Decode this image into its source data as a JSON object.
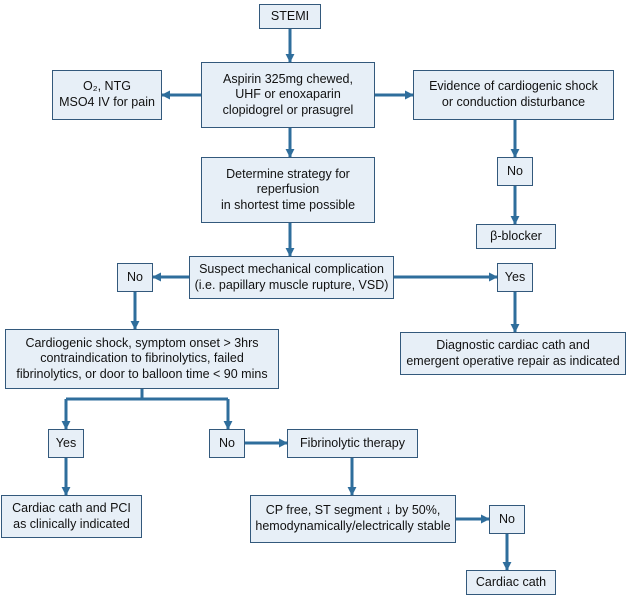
{
  "colors": {
    "box_fill": "#e7eff7",
    "box_border": "#33597c",
    "arrow": "#2f6e9c",
    "text": "#111111"
  },
  "nodes": {
    "stemi": [
      "STEMI"
    ],
    "o2_ntg": [
      "O₂, NTG",
      "MSO4 IV for pain"
    ],
    "aspirin": [
      "Aspirin 325mg chewed,",
      "UHF or enoxaparin",
      "clopidogrel or prasugrel"
    ],
    "shock_evidence": [
      "Evidence of cardiogenic shock",
      "or conduction disturbance"
    ],
    "determine": [
      "Determine strategy for",
      "reperfusion",
      "in shortest time possible"
    ],
    "no_right": [
      "No"
    ],
    "beta_blocker": [
      "β-blocker"
    ],
    "no_left": [
      "No"
    ],
    "suspect": [
      "Suspect mechanical complication",
      "(i.e. papillary muscle rupture, VSD)"
    ],
    "yes_right": [
      "Yes"
    ],
    "cardiogenic": [
      "Cardiogenic shock, symptom onset > 3hrs",
      "contraindication to fibrinolytics, failed",
      "fibrinolytics, or door to balloon time < 90 mins"
    ],
    "diagnostic": [
      "Diagnostic cardiac cath and",
      "emergent operative repair as indicated"
    ],
    "yes_left": [
      "Yes"
    ],
    "no_mid": [
      "No"
    ],
    "fibrinolytic": [
      "Fibrinolytic therapy"
    ],
    "cath_pci": [
      "Cardiac cath and PCI",
      "as clinically indicated"
    ],
    "cp_free": [
      "CP free, ST segment ↓ by 50%,",
      "hemodynamically/electrically stable"
    ],
    "no_final": [
      "No"
    ],
    "cardiac_cath": [
      "Cardiac cath"
    ]
  }
}
